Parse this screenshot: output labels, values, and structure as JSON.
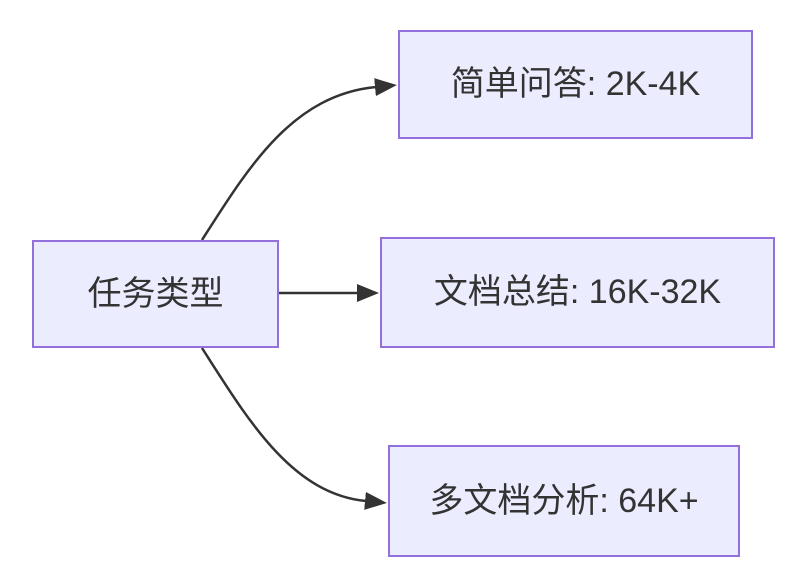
{
  "diagram": {
    "type": "flowchart",
    "direction": "left-to-right",
    "root": {
      "id": "task-type",
      "label": "任务类型"
    },
    "nodes": [
      {
        "id": "simple-qa",
        "label": "简单问答: 2K-4K"
      },
      {
        "id": "doc-summary",
        "label": "文档总结: 16K-32K"
      },
      {
        "id": "multi-doc",
        "label": "多文档分析: 64K+"
      }
    ],
    "edges": [
      {
        "from": "task-type",
        "to": "simple-qa",
        "style": "curved-up"
      },
      {
        "from": "task-type",
        "to": "doc-summary",
        "style": "straight"
      },
      {
        "from": "task-type",
        "to": "multi-doc",
        "style": "curved-down"
      }
    ],
    "colors": {
      "node_fill": "#ECECFF",
      "node_border": "#9370DB",
      "edge_stroke": "#333333",
      "text": "#333333",
      "background": "#ffffff"
    }
  }
}
